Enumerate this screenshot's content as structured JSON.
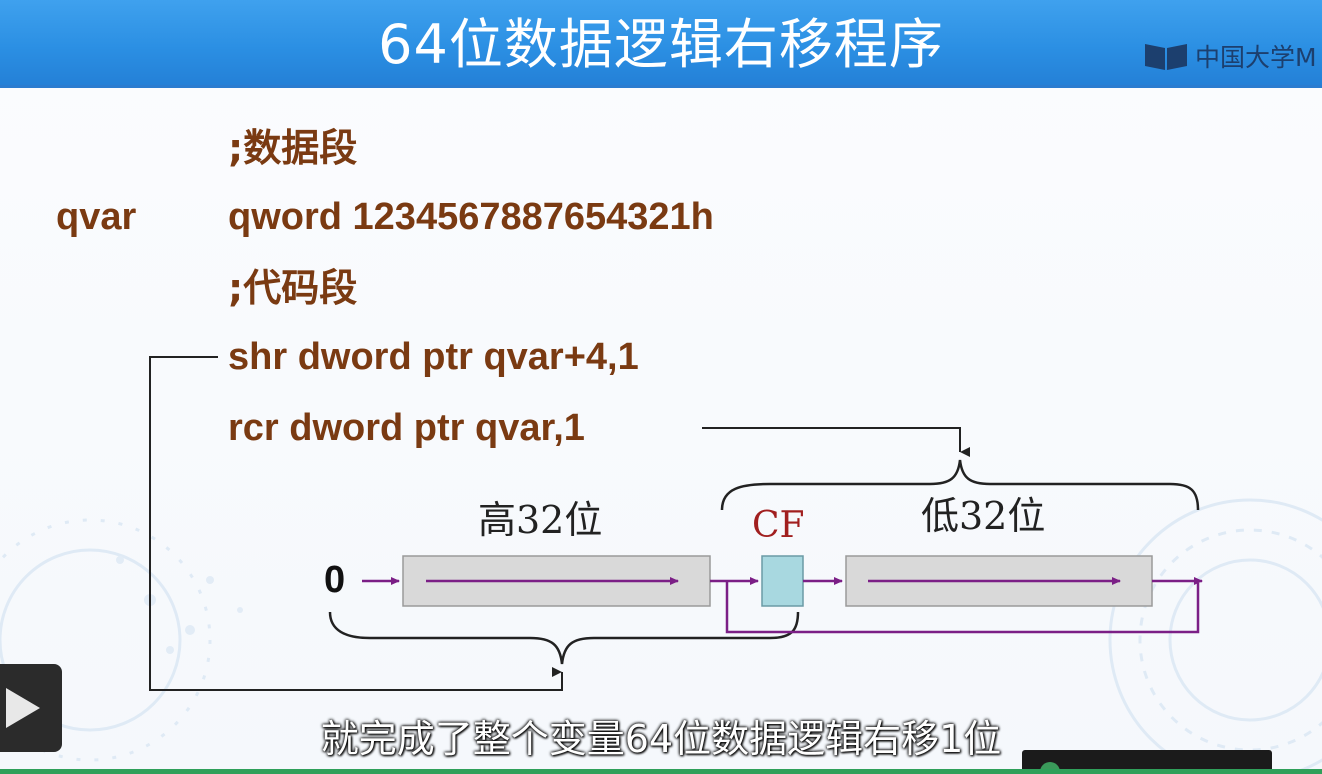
{
  "slide": {
    "title": "64位数据逻辑右移程序",
    "logo_text": "中国大学M",
    "code": {
      "label_qvar": "qvar",
      "comment_data": ";数据段",
      "data_decl": "qword 1234567887654321h",
      "comment_code": ";代码段",
      "instr_shr": "shr dword ptr qvar+4,1",
      "instr_rcr": "rcr dword ptr qvar,1"
    },
    "diagram": {
      "high_label": "高32位",
      "low_label": "低32位",
      "cf_label": "CF",
      "zero_input": "0"
    }
  },
  "subtitle": "就完成了整个变量64位数据逻辑右移1位",
  "player": {
    "play_icon": "play-icon"
  },
  "colors": {
    "title_bar": "#2b8fe3",
    "code_text": "#7a3a12",
    "arrow": "#7b1f86",
    "register_box": "#d9d9d9",
    "cf_box": "#a8d8e0",
    "cf_text": "#a11f1f"
  }
}
